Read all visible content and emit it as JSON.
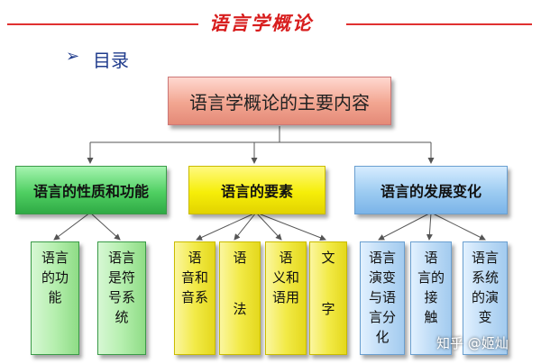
{
  "header": {
    "title": "语言学概论",
    "line_color": "#e03030",
    "title_color": "#d81e1e"
  },
  "toc": {
    "bullet_icon": "arrow-right-icon",
    "label": "目录"
  },
  "diagram": {
    "root": {
      "label": "语言学概论的主要内容"
    },
    "branches": [
      {
        "label": "语言的性质和功能",
        "color": "green",
        "children": [
          {
            "lines": [
              "语言",
              "的功",
              "能"
            ]
          },
          {
            "lines": [
              "语言",
              "是符",
              "号系",
              "统"
            ]
          }
        ]
      },
      {
        "label": "语言的要素",
        "color": "yellow",
        "children": [
          {
            "lines": [
              "语",
              "音和",
              "音系"
            ]
          },
          {
            "lines": [
              "语",
              "法"
            ]
          },
          {
            "lines": [
              "语",
              "义和",
              "语用"
            ]
          },
          {
            "lines": [
              "文",
              "字"
            ]
          }
        ]
      },
      {
        "label": "语言的发展变化",
        "color": "blue",
        "children": [
          {
            "lines": [
              "语言",
              "演变",
              "与语",
              "言分",
              "化"
            ]
          },
          {
            "lines": [
              "语",
              "言的",
              "接",
              "触"
            ]
          },
          {
            "lines": [
              "语言",
              "系统",
              "的演",
              "变"
            ]
          }
        ]
      }
    ]
  },
  "watermark": "知乎 @姬灿"
}
